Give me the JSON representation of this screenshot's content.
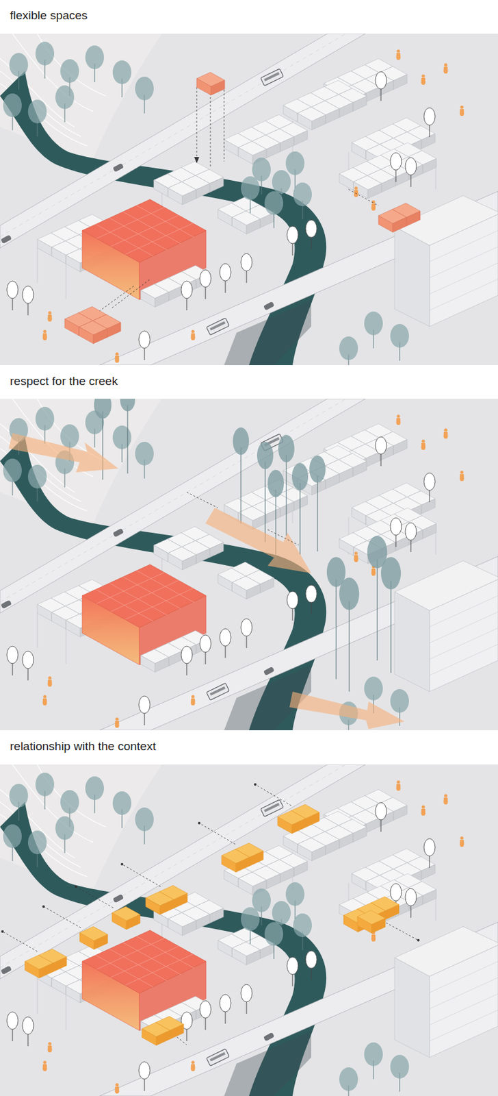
{
  "diagram": {
    "labels": [
      "flexible spaces",
      "respect for the creek",
      "relationship with the context"
    ]
  }
}
